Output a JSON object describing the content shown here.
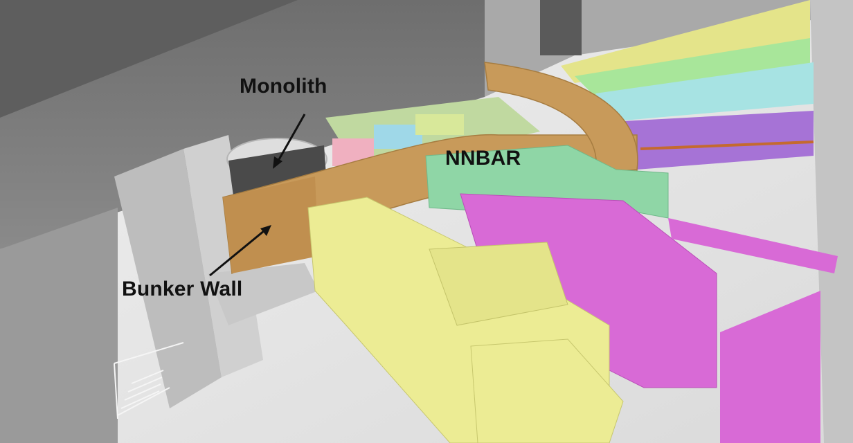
{
  "labels": {
    "monolith": "Monolith",
    "nnbar": "NNBAR",
    "bunker_wall": "Bunker Wall"
  },
  "colors": {
    "bunker_wall": "#c89a5a",
    "nnbar": "#8fd6a6",
    "beamline_yellow": "#ecec94",
    "beamline_magenta": "#d86ad6",
    "beamline_violet": "#a673d6",
    "hall_grey": "#8c8c8c",
    "floor": "#e6e6e6"
  }
}
